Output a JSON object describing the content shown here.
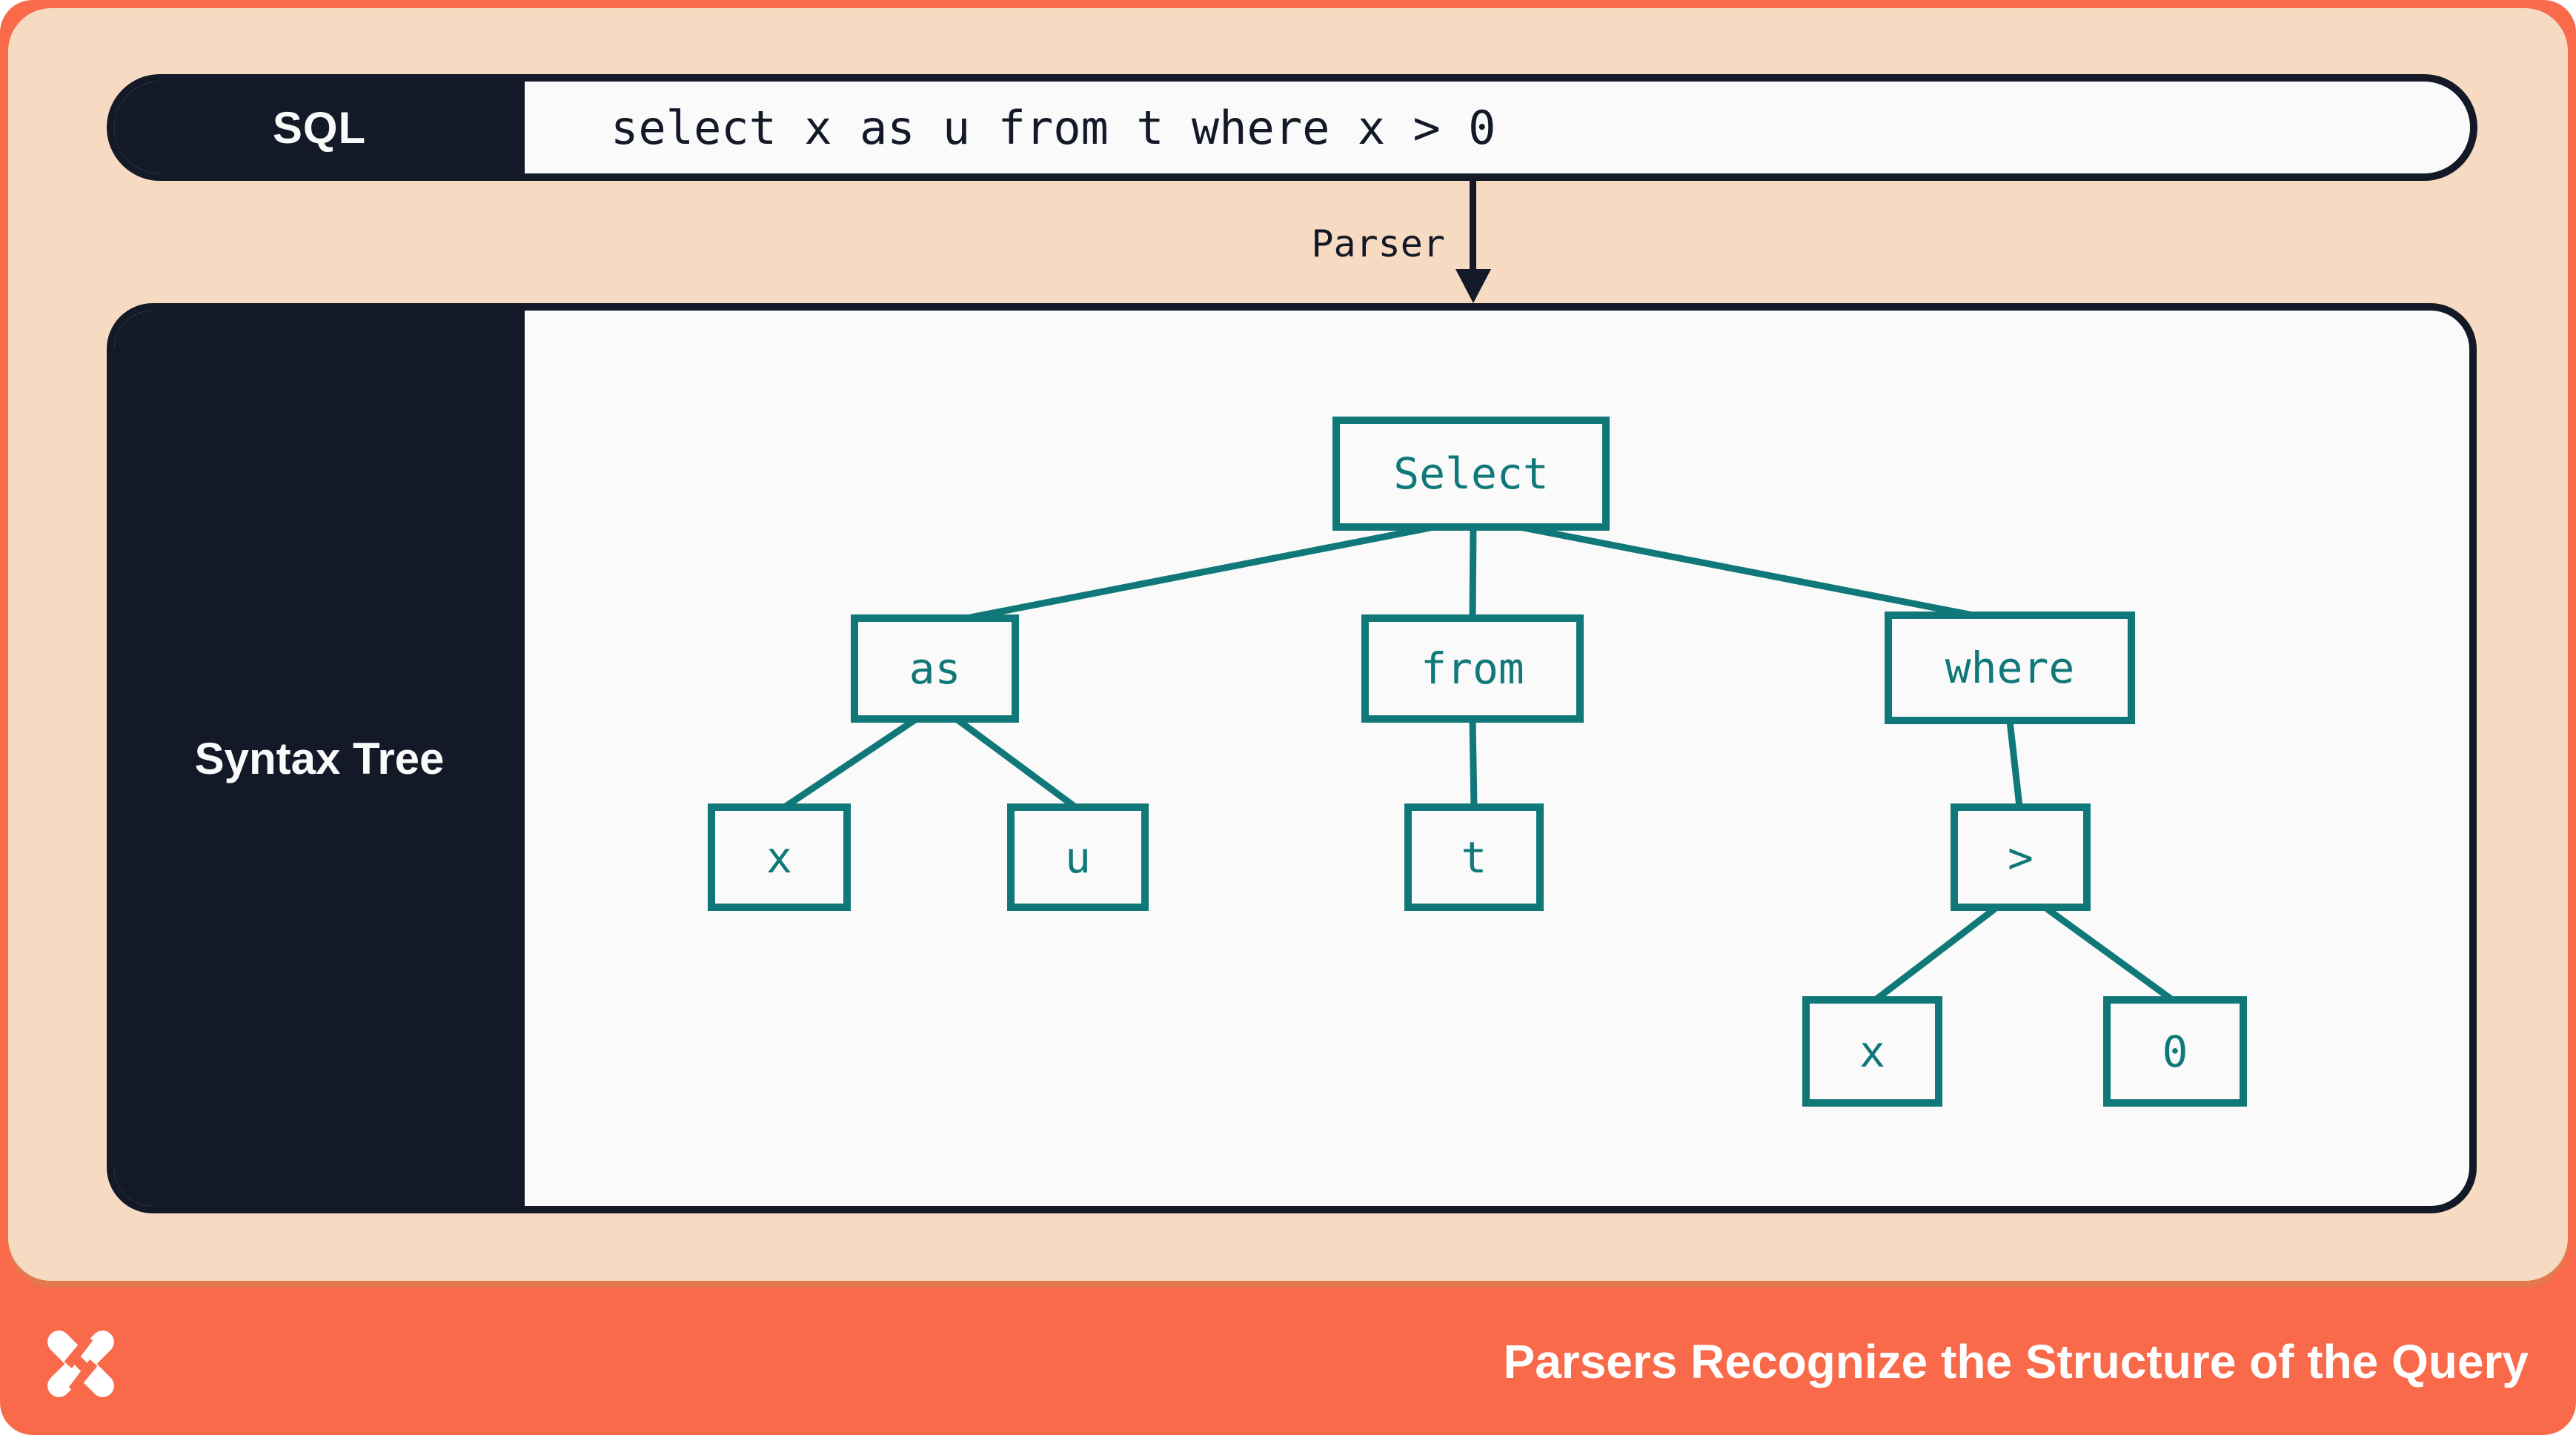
{
  "sql_bar": {
    "label": "SQL",
    "query": "select x as u from t where x > 0"
  },
  "parser": {
    "label": "Parser"
  },
  "syntax_tree_panel": {
    "label": "Syntax Tree"
  },
  "tree": {
    "nodes": [
      {
        "id": "select",
        "label": "Select"
      },
      {
        "id": "as",
        "label": "as"
      },
      {
        "id": "from",
        "label": "from"
      },
      {
        "id": "where",
        "label": "where"
      },
      {
        "id": "x1",
        "label": "x"
      },
      {
        "id": "u",
        "label": "u"
      },
      {
        "id": "t",
        "label": "t"
      },
      {
        "id": "gt",
        "label": ">"
      },
      {
        "id": "x2",
        "label": "x"
      },
      {
        "id": "zero",
        "label": "0"
      }
    ],
    "edges": [
      [
        "Select",
        "as"
      ],
      [
        "Select",
        "from"
      ],
      [
        "Select",
        "where"
      ],
      [
        "as",
        "x"
      ],
      [
        "as",
        "u"
      ],
      [
        "from",
        "t"
      ],
      [
        "where",
        ">"
      ],
      [
        ">",
        "x"
      ],
      [
        ">",
        "0"
      ]
    ]
  },
  "footer": {
    "title": "Parsers Recognize the Structure of the Query",
    "logo": "x-pinwheel-logo"
  },
  "colors": {
    "slide_orange": "#F96A4B",
    "peach_background": "#F7DAC2",
    "peach_edge_accent": "#E2794F",
    "navy": "#131927",
    "panel_white": "#FAFAFB",
    "tree_teal": "#107878",
    "footer_text": "#FFFFFF"
  }
}
